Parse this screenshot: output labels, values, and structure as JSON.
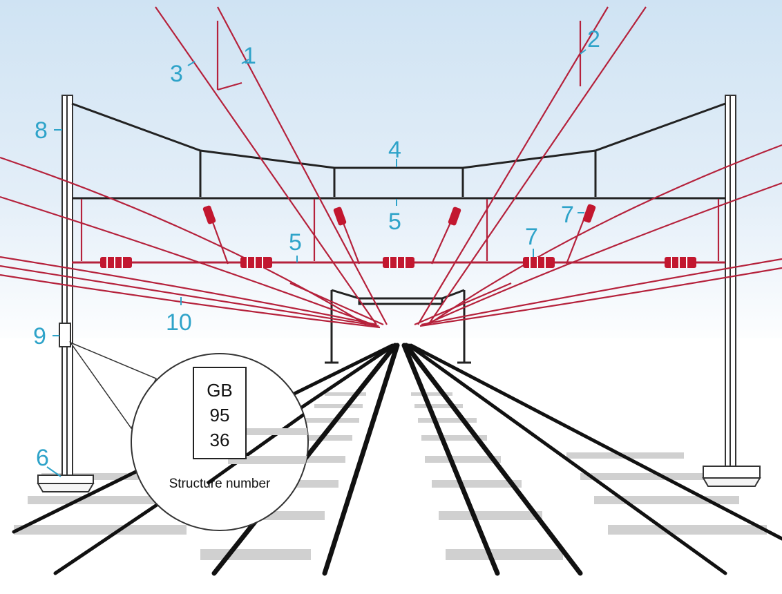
{
  "callouts": {
    "c1": "1",
    "c2": "2",
    "c3": "3",
    "c4": "4",
    "c5a": "5",
    "c5b": "5",
    "c6": "6",
    "c7a": "7",
    "c7b": "7",
    "c8": "8",
    "c9": "9",
    "c10": "10"
  },
  "structure_plate": {
    "line1": "GB",
    "line2": "95",
    "line3": "36",
    "caption": "Structure number"
  },
  "colors": {
    "wire": "#b5213b",
    "structure": "#222222",
    "callout": "#2ea3c9",
    "insulator": "#c2172f",
    "sky": "#d6e8f5"
  }
}
